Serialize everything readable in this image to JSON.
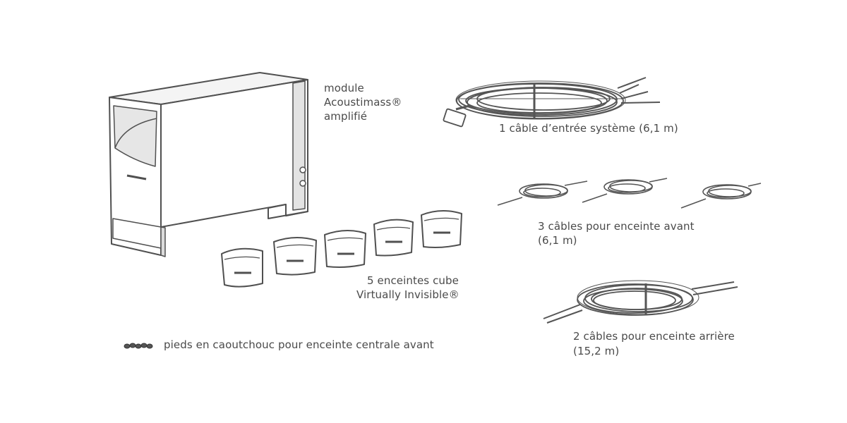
{
  "items": {
    "module": {
      "line1": "module",
      "line2": "Acoustimass®",
      "line3": "amplifié"
    },
    "cubes": {
      "line1": "5 enceintes cube",
      "line2": "Virtually Invisible®"
    },
    "feet": {
      "line1": "pieds en caoutchouc pour enceinte centrale avant"
    },
    "input_cable": {
      "line1": "1 câble d’entrée système (6,1 m)"
    },
    "front_cables": {
      "line1": "3 câbles pour enceinte avant",
      "line2": "(6,1 m)"
    },
    "rear_cables": {
      "line1": "2 câbles pour enceinte arrière",
      "line2": "(15,2 m)"
    }
  },
  "colors": {
    "line": "#505050",
    "fill": "#ffffff",
    "shade": "#cfcfcf",
    "cable": "#555555",
    "text": "#4a4a4a"
  }
}
